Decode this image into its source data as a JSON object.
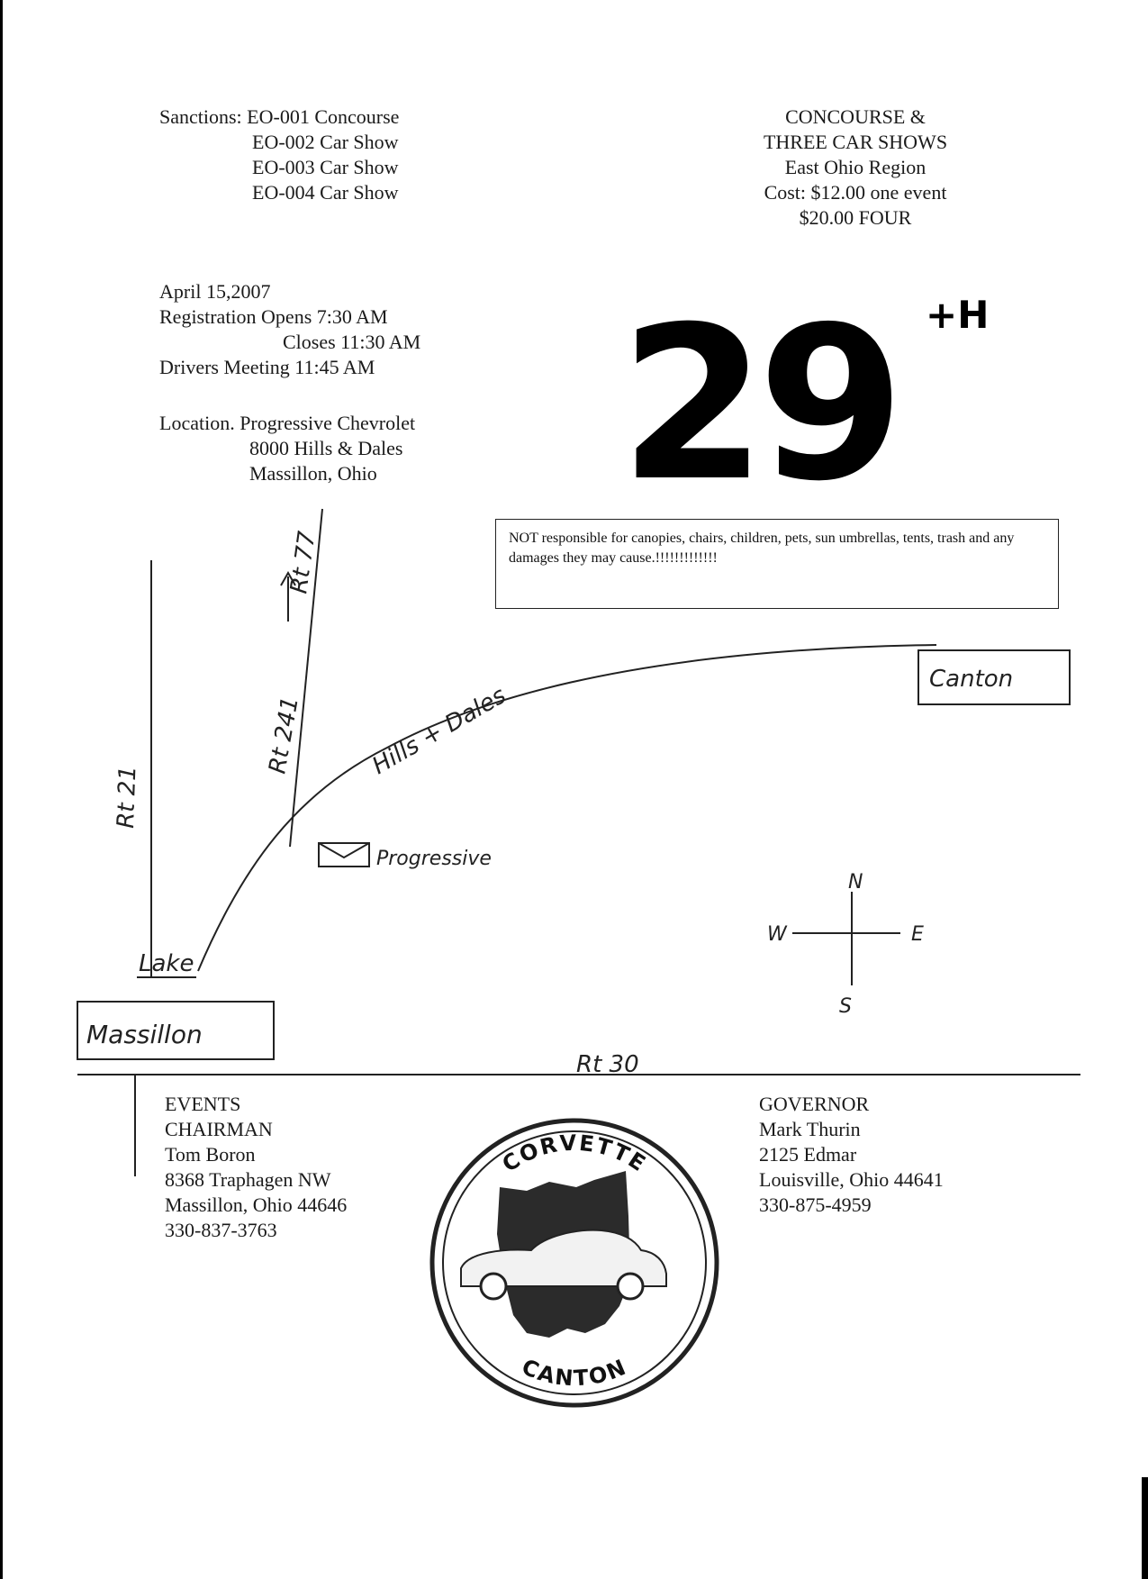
{
  "sanctions": {
    "label": "Sanctions:",
    "items": [
      "EO-001 Concourse",
      "EO-002 Car Show",
      "EO-003 Car Show",
      "EO-004 Car Show"
    ]
  },
  "header": {
    "line1": "CONCOURSE &",
    "line2": "THREE CAR SHOWS",
    "line3": "East Ohio Region",
    "cost1": "Cost: $12.00 one event",
    "cost2": "$20.00 FOUR"
  },
  "event_info": {
    "date": "April 15,2007",
    "registration_opens": "Registration  Opens 7:30 AM",
    "registration_closes": "Closes 11:30 AM",
    "drivers_meeting": "Drivers Meeting 11:45 AM"
  },
  "location": {
    "line1": "Location. Progressive Chevrolet",
    "line2": "8000 Hills & Dales",
    "line3": "Massillon, Ohio"
  },
  "anniversary": {
    "number": "29",
    "suffix": "+H"
  },
  "notice": "NOT responsible for canopies, chairs, children, pets, sun umbrellas, tents, trash and any damages they may cause.!!!!!!!!!!!!!",
  "map": {
    "rt77": "Rt 77",
    "rt241": "Rt 241",
    "rt21": "Rt 21",
    "hills_dales": "Hills + Dales",
    "canton": "Canton",
    "progressive": "Progressive",
    "lake": "Lake",
    "massillon": "Massillon",
    "rt30": "Rt 30",
    "compass": {
      "n": "N",
      "s": "S",
      "e": "E",
      "w": "W"
    }
  },
  "events_chairman": {
    "title1": "EVENTS",
    "title2": "CHAIRMAN",
    "name": "Tom Boron",
    "address": "8368 Traphagen NW",
    "city": "Massillon, Ohio 44646",
    "phone": "330-837-3763"
  },
  "governor": {
    "title": "GOVERNOR",
    "name": "Mark Thurin",
    "address": "2125 Edmar",
    "city": "Louisville, Ohio 44641",
    "phone": "330-875-4959"
  },
  "logo": {
    "top_text": "CORVETTE",
    "bottom_text": "CANTON"
  }
}
